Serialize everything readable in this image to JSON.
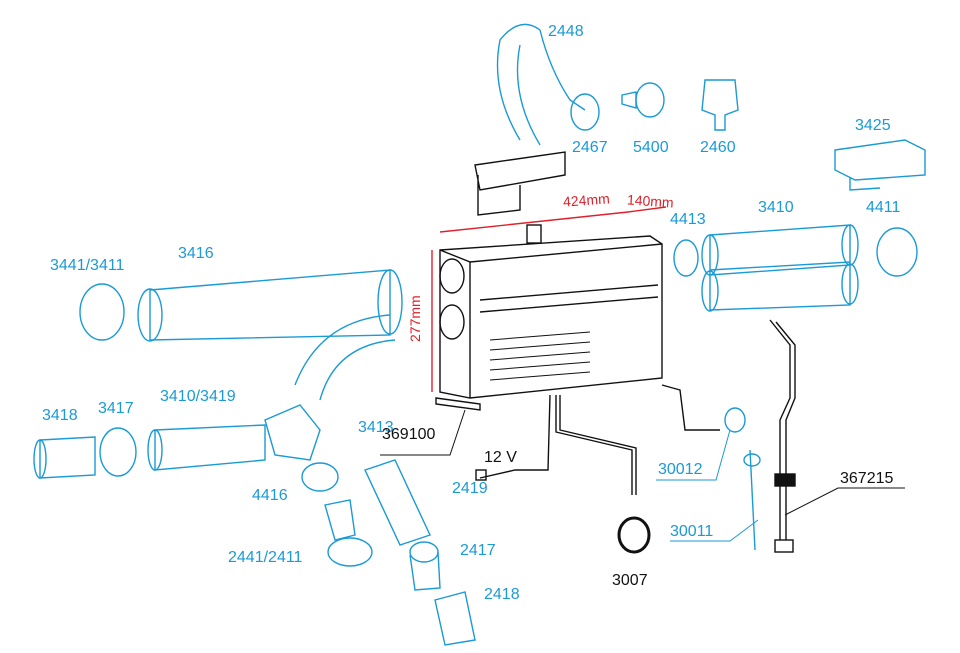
{
  "colors": {
    "part": "#1a9ad6",
    "heater": "#111111",
    "dimension": "#e0202a"
  },
  "dimensions": {
    "width": "424mm",
    "depth": "140mm",
    "height": "277mm"
  },
  "labels": {
    "p2448": "2448",
    "p2467": "2467",
    "p5400": "5400",
    "p2460": "2460",
    "p3425": "3425",
    "p4413": "4413",
    "p3410": "3410",
    "p4411": "4411",
    "p3441": "3441/3411",
    "p3416": "3416",
    "p3418": "3418",
    "p3417": "3417",
    "p3410_3419": "3410/3419",
    "p3413": "3413",
    "p369100": "369100",
    "p12v": "12 V",
    "p2419": "2419",
    "p4416": "4416",
    "p30012": "30012",
    "p2441": "2441/2411",
    "p2417": "2417",
    "p30011": "30011",
    "p367215": "367215",
    "p3007": "3007",
    "p2418": "2418"
  }
}
